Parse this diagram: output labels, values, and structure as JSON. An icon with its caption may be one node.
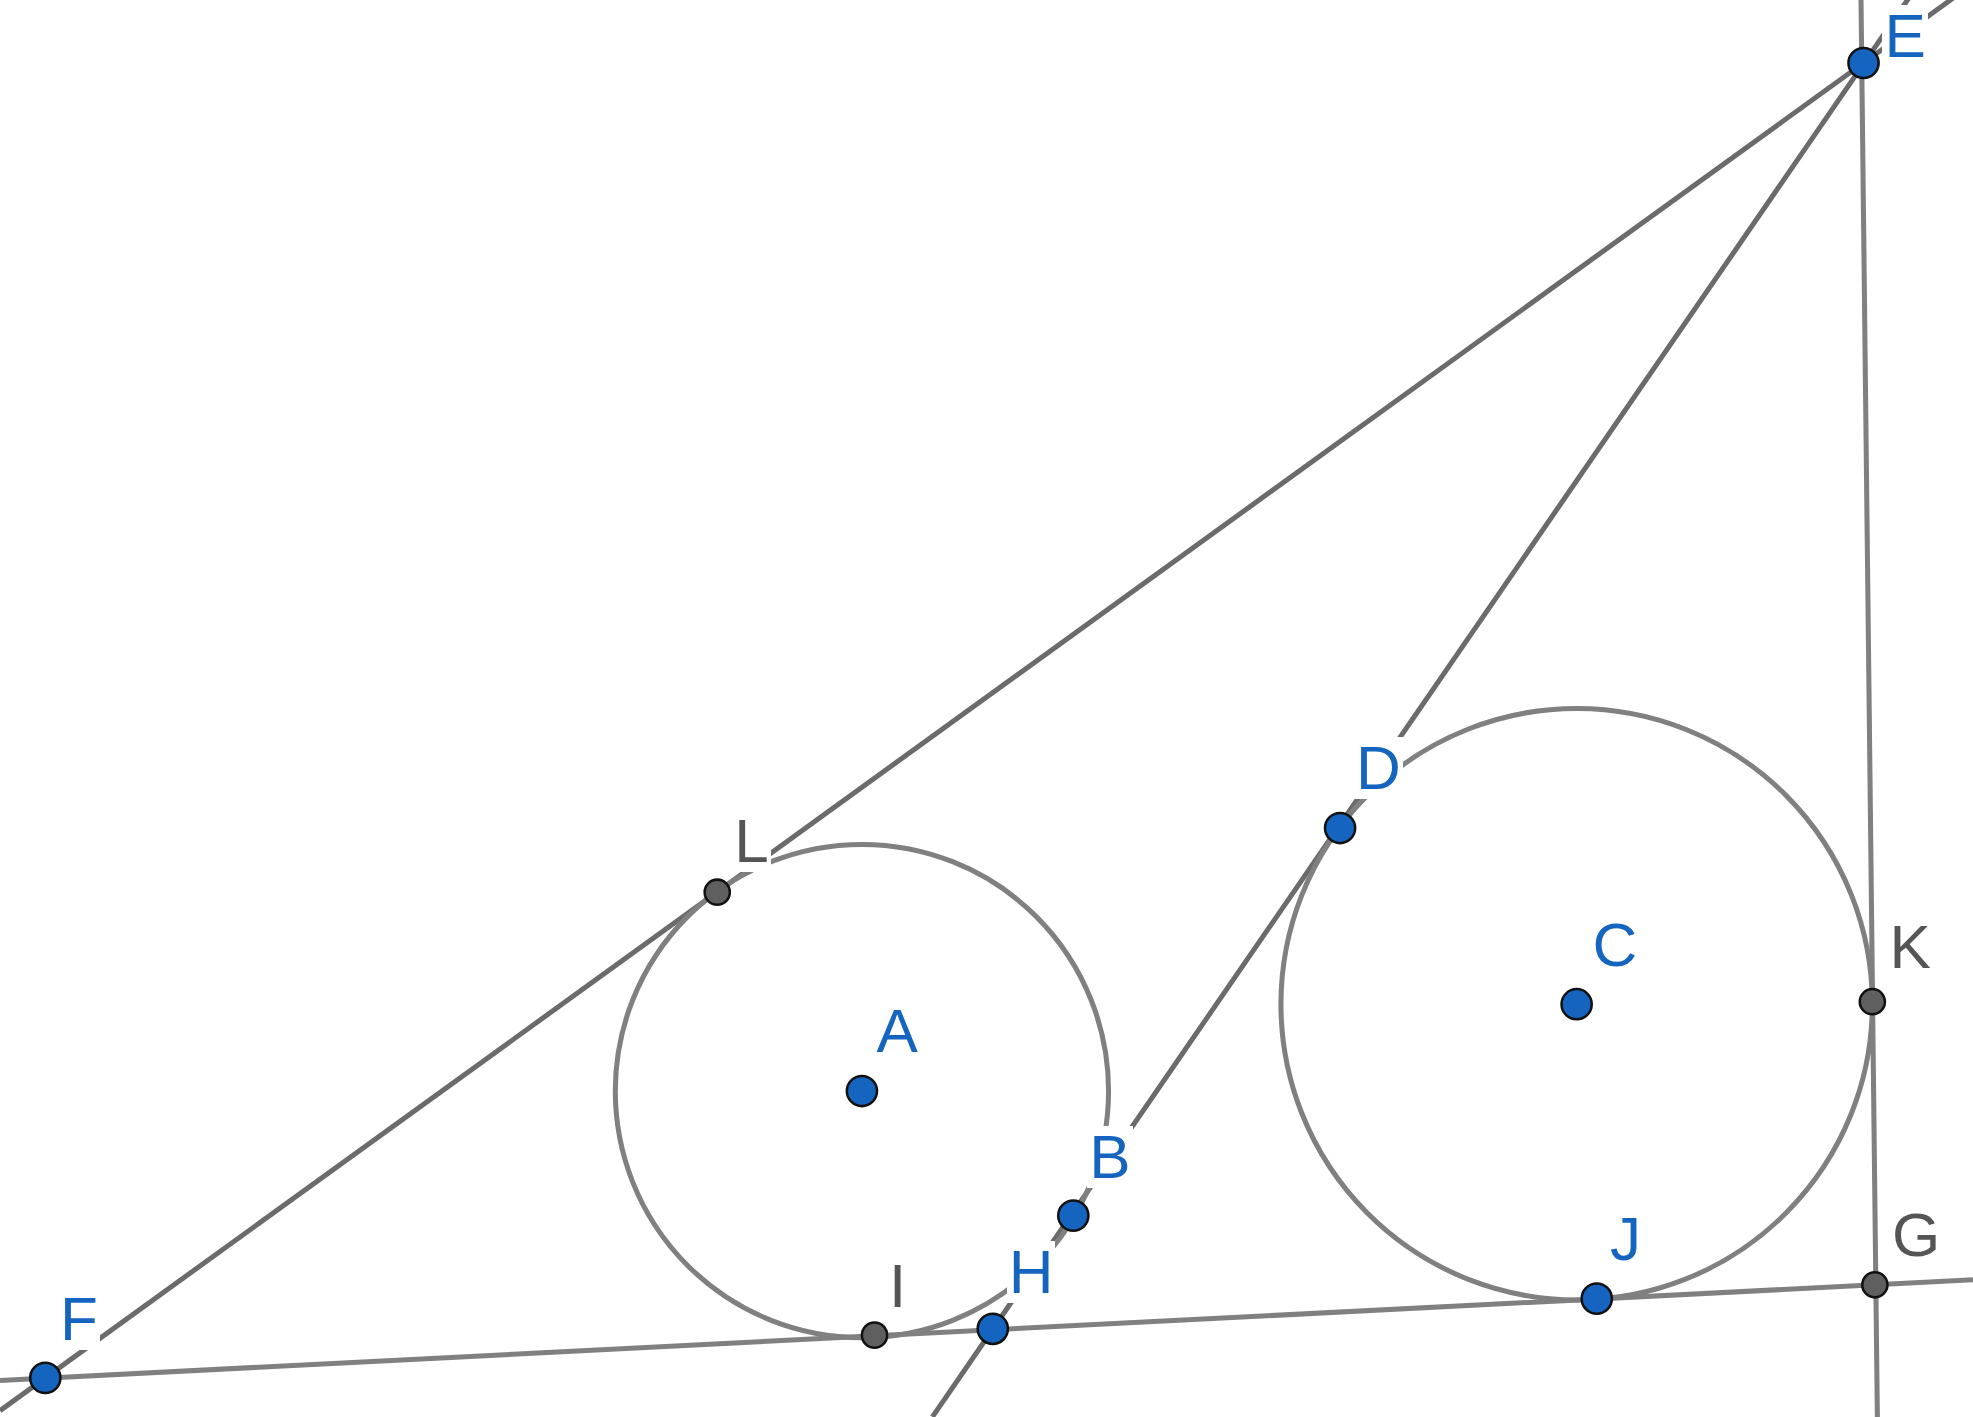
{
  "diagram": {
    "labels": [
      "E",
      "D",
      "L",
      "C",
      "K",
      "A",
      "B",
      "G",
      "J",
      "H",
      "I",
      "F"
    ]
  }
}
